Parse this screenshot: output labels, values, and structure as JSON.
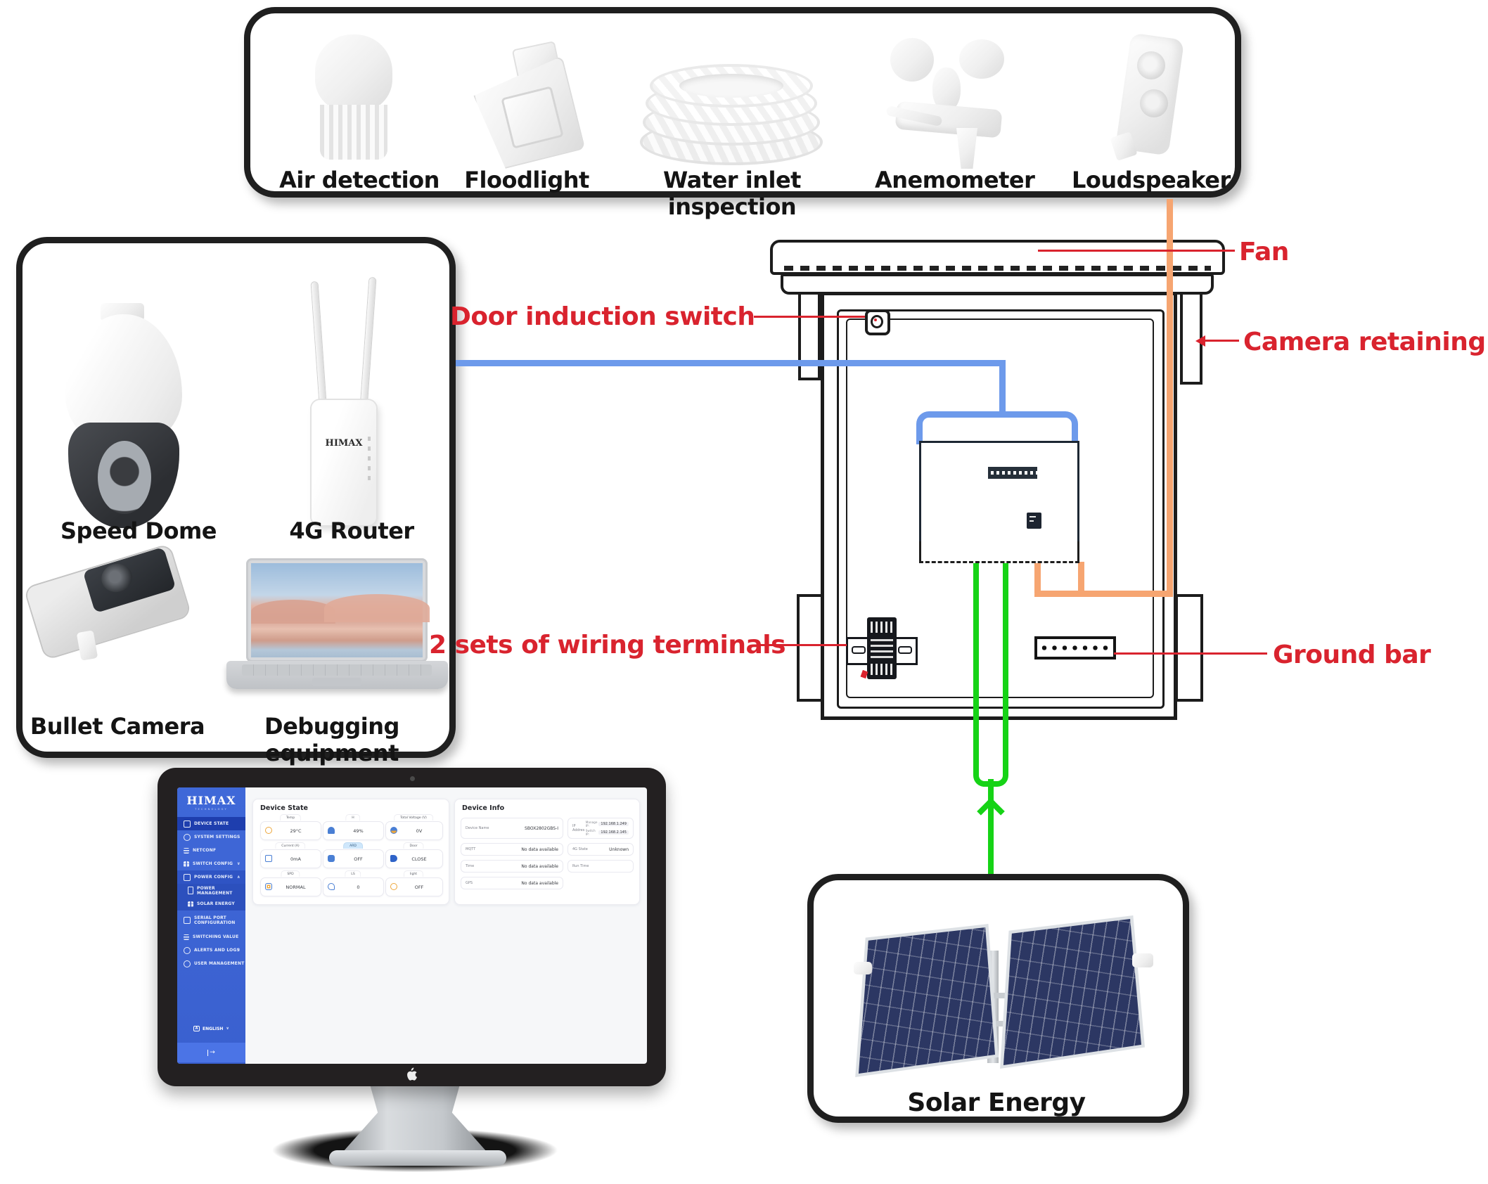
{
  "colors": {
    "label_red": "#d9232e",
    "wire_blue": "#6d9aeb",
    "wire_green": "#16d316",
    "wire_orange": "#f6a571",
    "outline_black": "#1f1f1f",
    "sidebar_blue": "#3a63d3",
    "sidebar_active": "#1e3eae",
    "solar_panel_navy": "#2c3763"
  },
  "top_box": {
    "items": [
      {
        "label": "Air detection"
      },
      {
        "label": "Floodlight"
      },
      {
        "label": "Water inlet inspection"
      },
      {
        "label": "Anemometer"
      },
      {
        "label": "Loudspeaker"
      }
    ]
  },
  "left_box": {
    "items": [
      {
        "label": "Speed Dome"
      },
      {
        "label": "4G Router",
        "logo": "HIMAX"
      },
      {
        "label": "Bullet Camera"
      },
      {
        "label": "Debugging equipment"
      }
    ]
  },
  "callouts": {
    "fan": "Fan",
    "door_switch": "Door induction switch",
    "camera_cover": "Camera retaining cover",
    "terminals": "2 sets of wiring terminals",
    "ground_bar": "Ground bar"
  },
  "solar_box": {
    "label": "Solar Energy"
  },
  "monitor": {
    "brand": {
      "name": "HIMAX",
      "sub": "TECHNOLOGY"
    },
    "sidebar": {
      "items": [
        {
          "label": "DEVICE STATE"
        },
        {
          "label": "SYSTEM SETTINGS"
        },
        {
          "label": "NETCONF"
        },
        {
          "label": "SWITCH CONFIG",
          "chevron": "∨"
        },
        {
          "label": "POWER CONFIG",
          "chevron": "∧"
        },
        {
          "label": "POWER MANAGEMENT"
        },
        {
          "label": "SOLAR ENERGY"
        },
        {
          "label": "SERIAL PORT CONFIGURATION"
        },
        {
          "label": "SWITCHING VALUE"
        },
        {
          "label": "ALERTS AND LOGS",
          "chevron": "∨"
        },
        {
          "label": "USER MANAGEMENT"
        }
      ],
      "language": "ENGLISH",
      "language_chevron": "∨"
    },
    "device_state": {
      "title": "Device State",
      "tiles": [
        {
          "label": "Temp",
          "value": "29°C"
        },
        {
          "label": "H",
          "value": "49%"
        },
        {
          "label": "Total Voltage (V)",
          "value": "0V"
        },
        {
          "label": "Current (A)",
          "value": "0mA"
        },
        {
          "label": "ARD",
          "value": "OFF"
        },
        {
          "label": "Door",
          "value": "CLOSE"
        },
        {
          "label": "SPD",
          "value": "NORMAL"
        },
        {
          "label": "LS",
          "value": "0"
        },
        {
          "label": "light",
          "value": "OFF"
        }
      ]
    },
    "device_info": {
      "title": "Device Info",
      "rows_left": [
        {
          "label": "Device Name",
          "value": "SBOX2802GBS-I"
        },
        {
          "label": "MQTT",
          "value": "No data available"
        },
        {
          "label": "Time",
          "value": "No data available"
        },
        {
          "label": "GPS",
          "value": "No data available"
        }
      ],
      "ip": {
        "label": "IP Addres",
        "manage_label": "Manage IP:",
        "manage_value": "192.168.1.249",
        "switch_label": "Switch IP:",
        "switch_value": "192.168.2.145"
      },
      "rows_right": [
        {
          "label": "4G State",
          "value": "Unknown"
        },
        {
          "label": "Run Time",
          "value": ""
        }
      ]
    }
  }
}
